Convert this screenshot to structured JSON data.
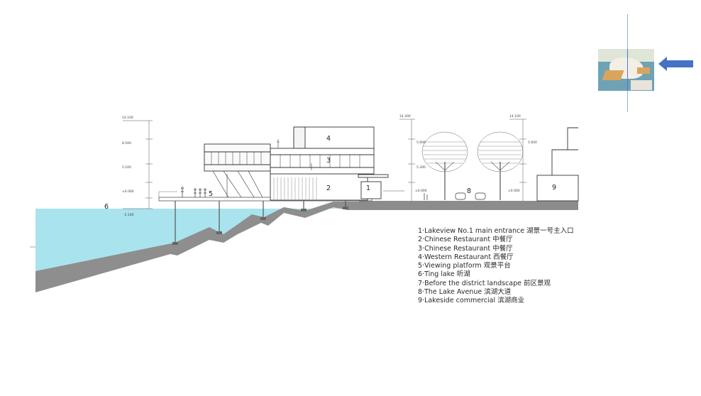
{
  "legend": {
    "items": [
      "1·Lakeview No.1 main entrance 湖景一号主入口",
      "2·Chinese Restaurant 中餐厅",
      "3·Chinese Restaurant 中餐厅",
      "4·Western Restaurant 西餐厅",
      "5·Viewing platform 观景平台",
      "6·Ting lake 听湖",
      "7·Before the district landscape 前区景观",
      "8·The Lake Avenue 滨湖大道",
      "9·Lakeside commercial 滨湖商业"
    ]
  },
  "drawing_labels": {
    "n1": "1",
    "n2": "2",
    "n3": "3",
    "n4": "4",
    "n5": "5",
    "n6": "6",
    "n8": "8",
    "n9": "9"
  },
  "elevations": {
    "left_top": "14.100",
    "left_mid1": "8.500",
    "left_mid2": "5.100",
    "left_mid3": "±0.000",
    "left_low": "-2.100",
    "mid_top": "14.300",
    "mid_a": "5.600",
    "mid_b": "5.300",
    "mid_c": "±0.000",
    "right_top": "14.100",
    "right_a": "5.600",
    "right_b": "±0.000"
  },
  "colors": {
    "water": "#a9e3ee",
    "ground": "#8c8c8c",
    "arrow": "#4472c4",
    "line": "#333333"
  }
}
